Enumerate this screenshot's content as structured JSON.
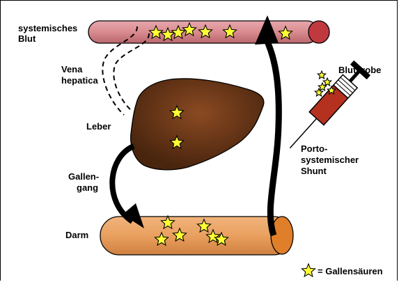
{
  "labels": {
    "systemic_blood": [
      "systemisches",
      "Blut"
    ],
    "hepatic_vein": [
      "Vena",
      "hepatica"
    ],
    "liver": "Leber",
    "bile_duct": [
      "Gallen-",
      "gang"
    ],
    "intestine": "Darm",
    "blood_sample": "Blutprobe",
    "portosystemic_shunt": [
      "Porto-",
      "systemischer",
      "Shunt"
    ],
    "legend": "= Gallensäuren"
  },
  "colors": {
    "blood_vessel": "#d98b8f",
    "blood_vessel_end": "#c0393f",
    "liver": "#5a2e12",
    "intestine": "#e9a05f",
    "intestine_end": "#e07f2a",
    "star_fill": "#ffff33",
    "syringe_content": "#b5311f"
  },
  "icons": {
    "star": "bile-acid-star-icon"
  }
}
